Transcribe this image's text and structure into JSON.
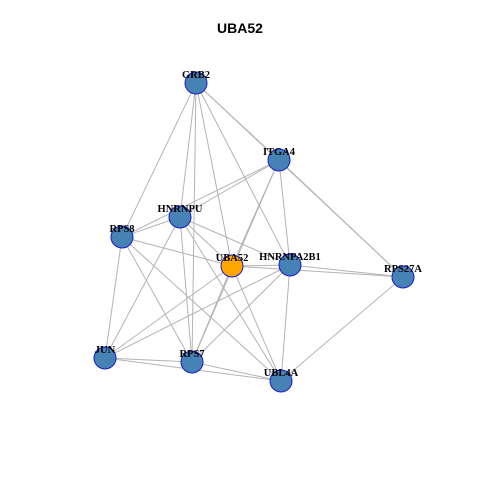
{
  "title": "UBA52",
  "colors": {
    "node_default": "#4682b4",
    "node_focus": "#ffa500",
    "node_border": "#1a1acc",
    "edge": "#b3b3b3",
    "label": "#000000"
  },
  "nodes": [
    {
      "id": "GRB2",
      "label": "GRB2",
      "focus": false
    },
    {
      "id": "ITGA4",
      "label": "ITGA4",
      "focus": false
    },
    {
      "id": "HNRNPU",
      "label": "HNRNPU",
      "focus": false
    },
    {
      "id": "RPS8",
      "label": "RPS8",
      "focus": false
    },
    {
      "id": "UBA52",
      "label": "UBA52",
      "focus": true
    },
    {
      "id": "HNRNPA2B1",
      "label": "HNRNPA2B1",
      "focus": false
    },
    {
      "id": "RPS27A",
      "label": "RPS27A",
      "focus": false
    },
    {
      "id": "JUN",
      "label": "JUN",
      "focus": false
    },
    {
      "id": "RPS7",
      "label": "RPS7",
      "focus": false
    },
    {
      "id": "UBL4A",
      "label": "UBL4A",
      "focus": false
    }
  ],
  "edges": [
    [
      "GRB2",
      "ITGA4"
    ],
    [
      "GRB2",
      "HNRNPU"
    ],
    [
      "GRB2",
      "RPS8"
    ],
    [
      "GRB2",
      "UBA52"
    ],
    [
      "GRB2",
      "HNRNPA2B1"
    ],
    [
      "GRB2",
      "RPS27A"
    ],
    [
      "GRB2",
      "RPS7"
    ],
    [
      "ITGA4",
      "HNRNPU"
    ],
    [
      "ITGA4",
      "RPS8"
    ],
    [
      "ITGA4",
      "UBA52"
    ],
    [
      "ITGA4",
      "HNRNPA2B1"
    ],
    [
      "ITGA4",
      "RPS27A"
    ],
    [
      "ITGA4",
      "RPS7"
    ],
    [
      "HNRNPU",
      "RPS8"
    ],
    [
      "HNRNPU",
      "UBA52"
    ],
    [
      "HNRNPU",
      "HNRNPA2B1"
    ],
    [
      "HNRNPU",
      "JUN"
    ],
    [
      "HNRNPU",
      "RPS7"
    ],
    [
      "HNRNPU",
      "UBL4A"
    ],
    [
      "RPS8",
      "UBA52"
    ],
    [
      "RPS8",
      "JUN"
    ],
    [
      "RPS8",
      "RPS7"
    ],
    [
      "RPS8",
      "UBL4A"
    ],
    [
      "UBA52",
      "HNRNPA2B1"
    ],
    [
      "UBA52",
      "RPS27A"
    ],
    [
      "UBA52",
      "JUN"
    ],
    [
      "UBA52",
      "RPS7"
    ],
    [
      "UBA52",
      "UBL4A"
    ],
    [
      "HNRNPA2B1",
      "RPS27A"
    ],
    [
      "HNRNPA2B1",
      "JUN"
    ],
    [
      "HNRNPA2B1",
      "RPS7"
    ],
    [
      "HNRNPA2B1",
      "UBL4A"
    ],
    [
      "RPS27A",
      "UBL4A"
    ],
    [
      "JUN",
      "RPS7"
    ],
    [
      "JUN",
      "UBL4A"
    ],
    [
      "RPS7",
      "UBL4A"
    ]
  ]
}
